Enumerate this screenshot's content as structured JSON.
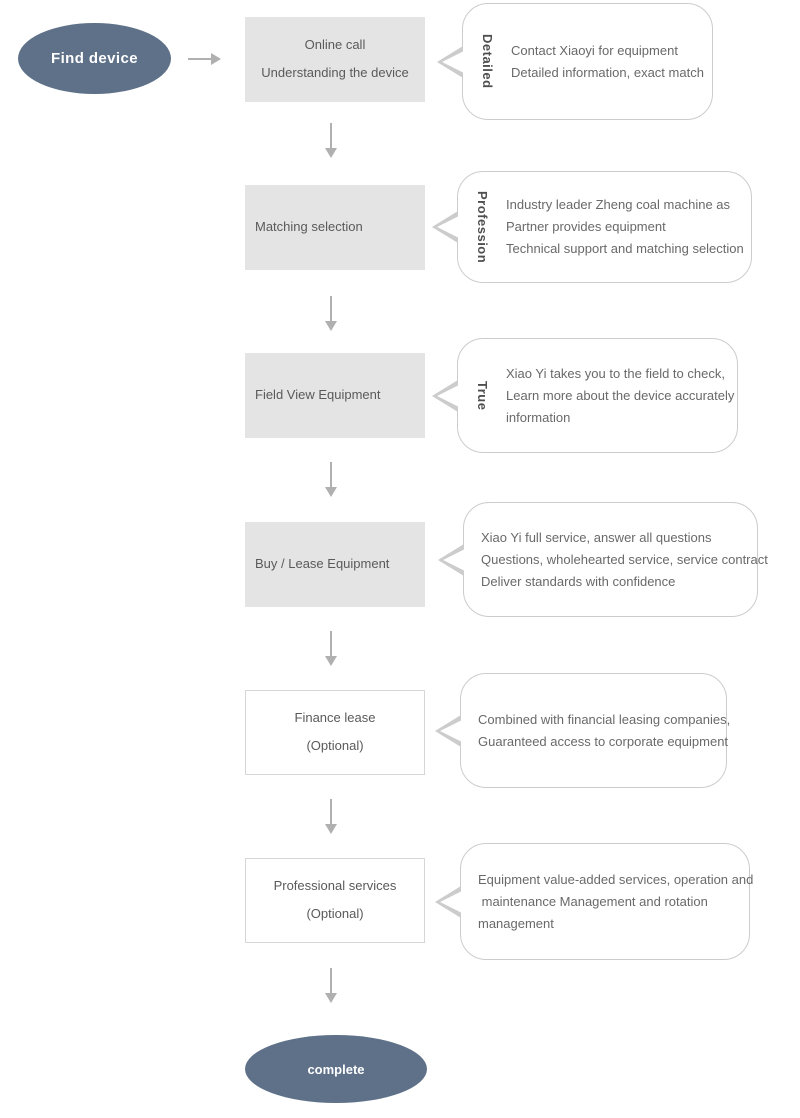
{
  "colors": {
    "accent": "#5e7189",
    "box_fill": "#e4e4e4",
    "box_border": "#d6d6d6",
    "bubble_border": "#cccccc",
    "box_text": "#5a5a5a",
    "note_text": "#696969",
    "tag_text": "#4f4f4f",
    "arrow": "#b0b0b0"
  },
  "flow": {
    "start_label": "Find device",
    "end_label": "complete",
    "steps": [
      {
        "box_lines": [
          "Online call",
          "Understanding the device"
        ],
        "tag": "Detailed",
        "note_lines": [
          "Contact Xiaoyi for equipment",
          "Detailed information, exact match"
        ]
      },
      {
        "box_lines": [
          "Matching selection"
        ],
        "tag": "Profession",
        "note_lines": [
          "Industry leader Zheng coal machine as",
          "Partner provides equipment",
          "Technical support and matching selection"
        ]
      },
      {
        "box_lines": [
          "Field View Equipment"
        ],
        "tag": "True",
        "note_lines": [
          "Xiao Yi takes you to the field to check,",
          "Learn more about the device accurately",
          "information"
        ]
      },
      {
        "box_lines": [
          "Buy / Lease Equipment"
        ],
        "tag": "",
        "note_lines": [
          "Xiao Yi full service, answer all questions",
          "Questions, wholehearted service, service contract",
          "Deliver standards with confidence"
        ]
      },
      {
        "box_lines": [
          "Finance lease",
          "(Optional)"
        ],
        "tag": "",
        "note_lines": [
          "Combined with financial leasing companies,",
          "Guaranteed access to corporate equipment"
        ]
      },
      {
        "box_lines": [
          "Professional services",
          "(Optional)"
        ],
        "tag": "",
        "note_lines": [
          "Equipment value-added services, operation and",
          " maintenance Management and rotation",
          "management"
        ]
      }
    ]
  }
}
